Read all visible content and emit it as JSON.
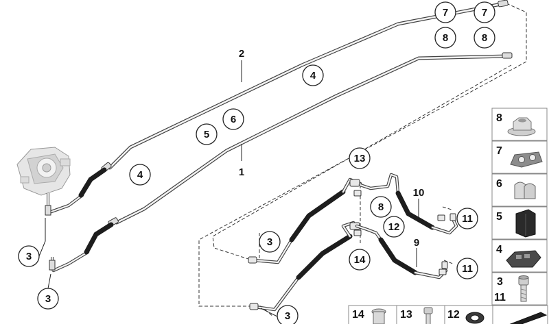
{
  "callouts": {
    "c7a": "7",
    "c7b": "7",
    "c8a": "8",
    "c8b": "8",
    "c4_top": "4",
    "c4_left": "4",
    "c5": "5",
    "c6": "6",
    "c13": "13",
    "c8_mid": "8",
    "c12": "12",
    "c14": "14",
    "c11a": "11",
    "c11b": "11",
    "c3_left1": "3",
    "c3_left2": "3",
    "c3_mid": "3",
    "c3_bottom": "3"
  },
  "labels": {
    "l2": "2",
    "l1": "1",
    "l10": "10",
    "l9": "9"
  },
  "parts_panel": [
    {
      "number": "8",
      "icon": "flange-nut-icon"
    },
    {
      "number": "7",
      "icon": "double-pipe-clip-icon"
    },
    {
      "number": "6",
      "icon": "pipe-clip-icon"
    },
    {
      "number": "5",
      "icon": "bracket-clip-icon"
    },
    {
      "number": "4",
      "icon": "grommet-retainer-icon"
    },
    {
      "number": "3",
      "number2": "11",
      "icon": "hex-socket-bolt-icon"
    }
  ],
  "bottom_parts": [
    {
      "number": "14",
      "icon": "hollow-bolt-icon"
    },
    {
      "number": "13",
      "icon": "bolt-icon"
    },
    {
      "number": "12",
      "icon": "sealing-ring-icon"
    },
    {
      "icon": "wedge-pad-icon"
    }
  ],
  "colors": {
    "line": "#333333",
    "pipe_fill": "#f0f0f0",
    "hose": "#222222",
    "tile_border": "#888888"
  }
}
